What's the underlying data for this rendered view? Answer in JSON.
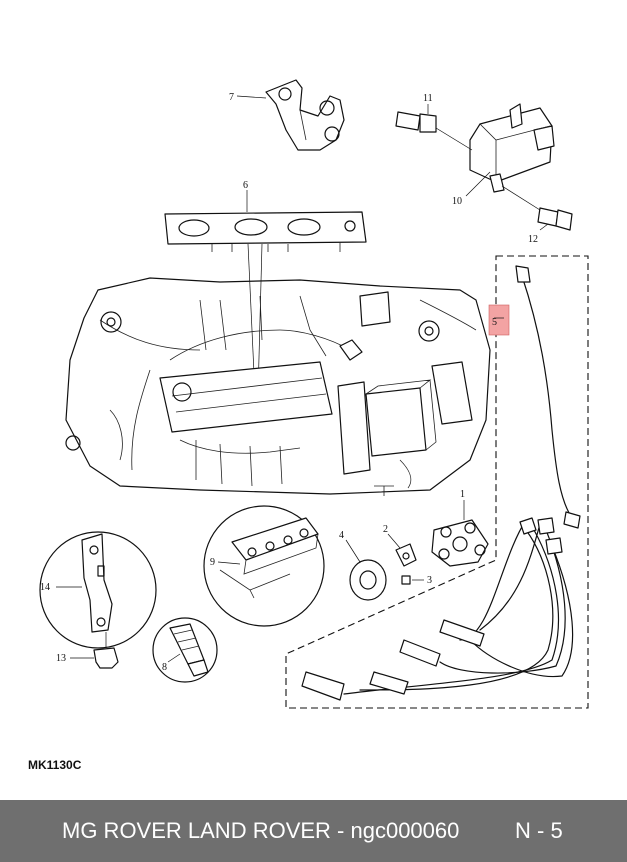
{
  "diagram": {
    "drawing_code": "MK1130C",
    "callouts": [
      "1",
      "2",
      "3",
      "4",
      "5",
      "6",
      "7",
      "8",
      "9",
      "10",
      "11",
      "12",
      "13",
      "14"
    ]
  },
  "footer": {
    "brand_text": "MG ROVER LAND ROVER - ngc000060",
    "page_text": "N - 5"
  },
  "colors": {
    "footer_bg": "#6f6f6f",
    "footer_text": "#ffffff",
    "highlight": "#f3a3a3"
  }
}
